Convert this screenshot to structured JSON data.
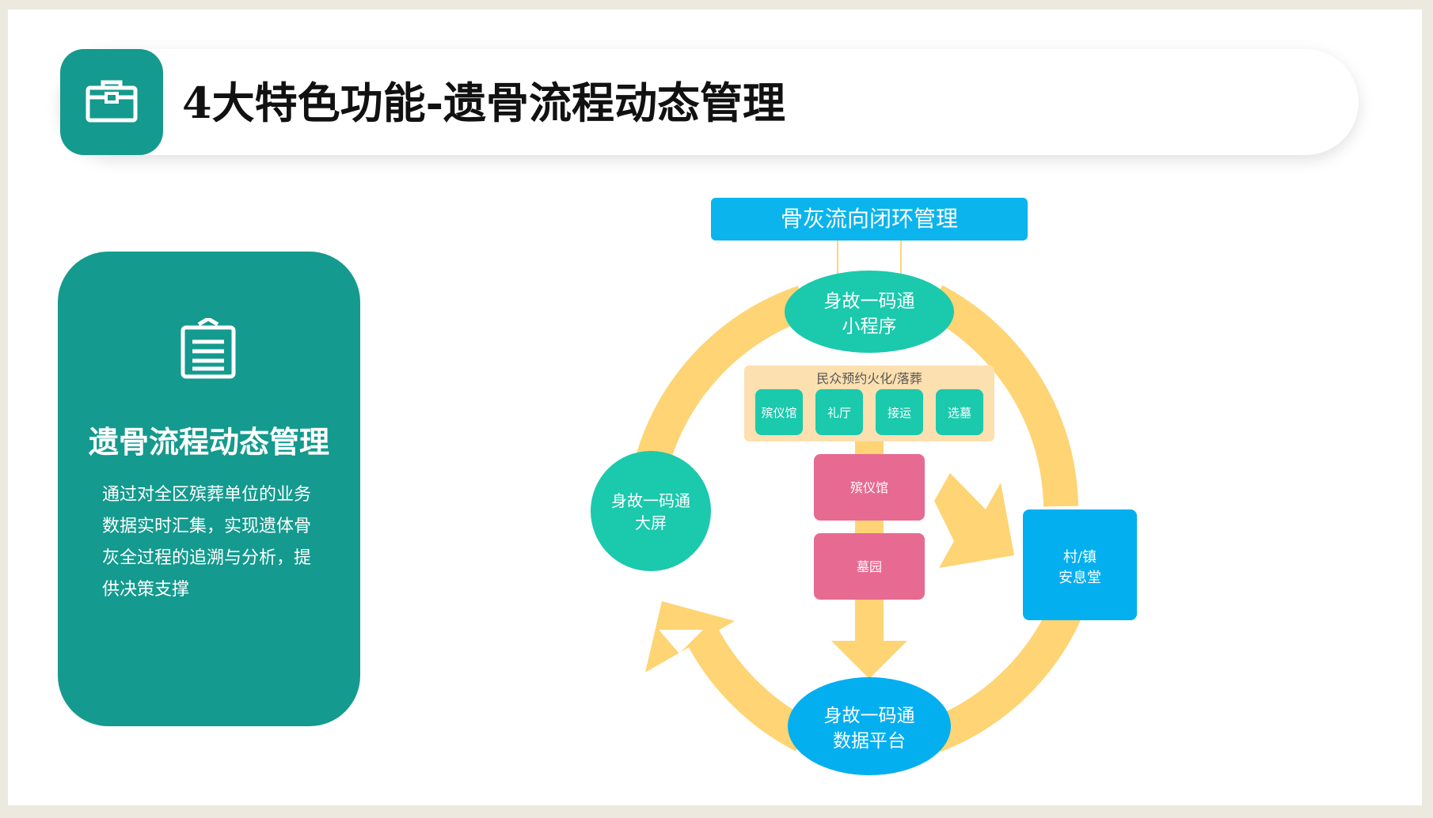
{
  "slide": {
    "title": "4大特色功能-遗骨流程动态管理",
    "title_icon": "briefcase-icon",
    "accent": "#149a8e"
  },
  "side_card": {
    "icon": "document-list-icon",
    "title": "遗骨流程动态管理",
    "body_lines": [
      "通过对全区殡葬单位的业务",
      "数据实时汇集，实现遗体骨",
      "灰全过程的追溯与分析，提",
      "供决策支撑"
    ]
  },
  "diagram": {
    "top_banner": "骨灰流向闭环管理",
    "node_top": [
      "身故一码通",
      "小程序"
    ],
    "node_left": [
      "身故一码通",
      "大屏"
    ],
    "node_right": [
      "村/镇",
      "安息堂"
    ],
    "node_bottom": [
      "身故一码通",
      "数据平台"
    ],
    "booking_title": "民众预约火化/落葬",
    "booking_items": [
      "殡仪馆",
      "礼厅",
      "接运",
      "选墓"
    ],
    "flow_steps": [
      "殡仪馆",
      "墓园"
    ],
    "colors": {
      "banner": "#0bb4ec",
      "teal": "#1bc9ad",
      "blue": "#04aff0",
      "pink": "#e76a92",
      "ring": "#fed474",
      "panel": "#fde0b0"
    }
  }
}
